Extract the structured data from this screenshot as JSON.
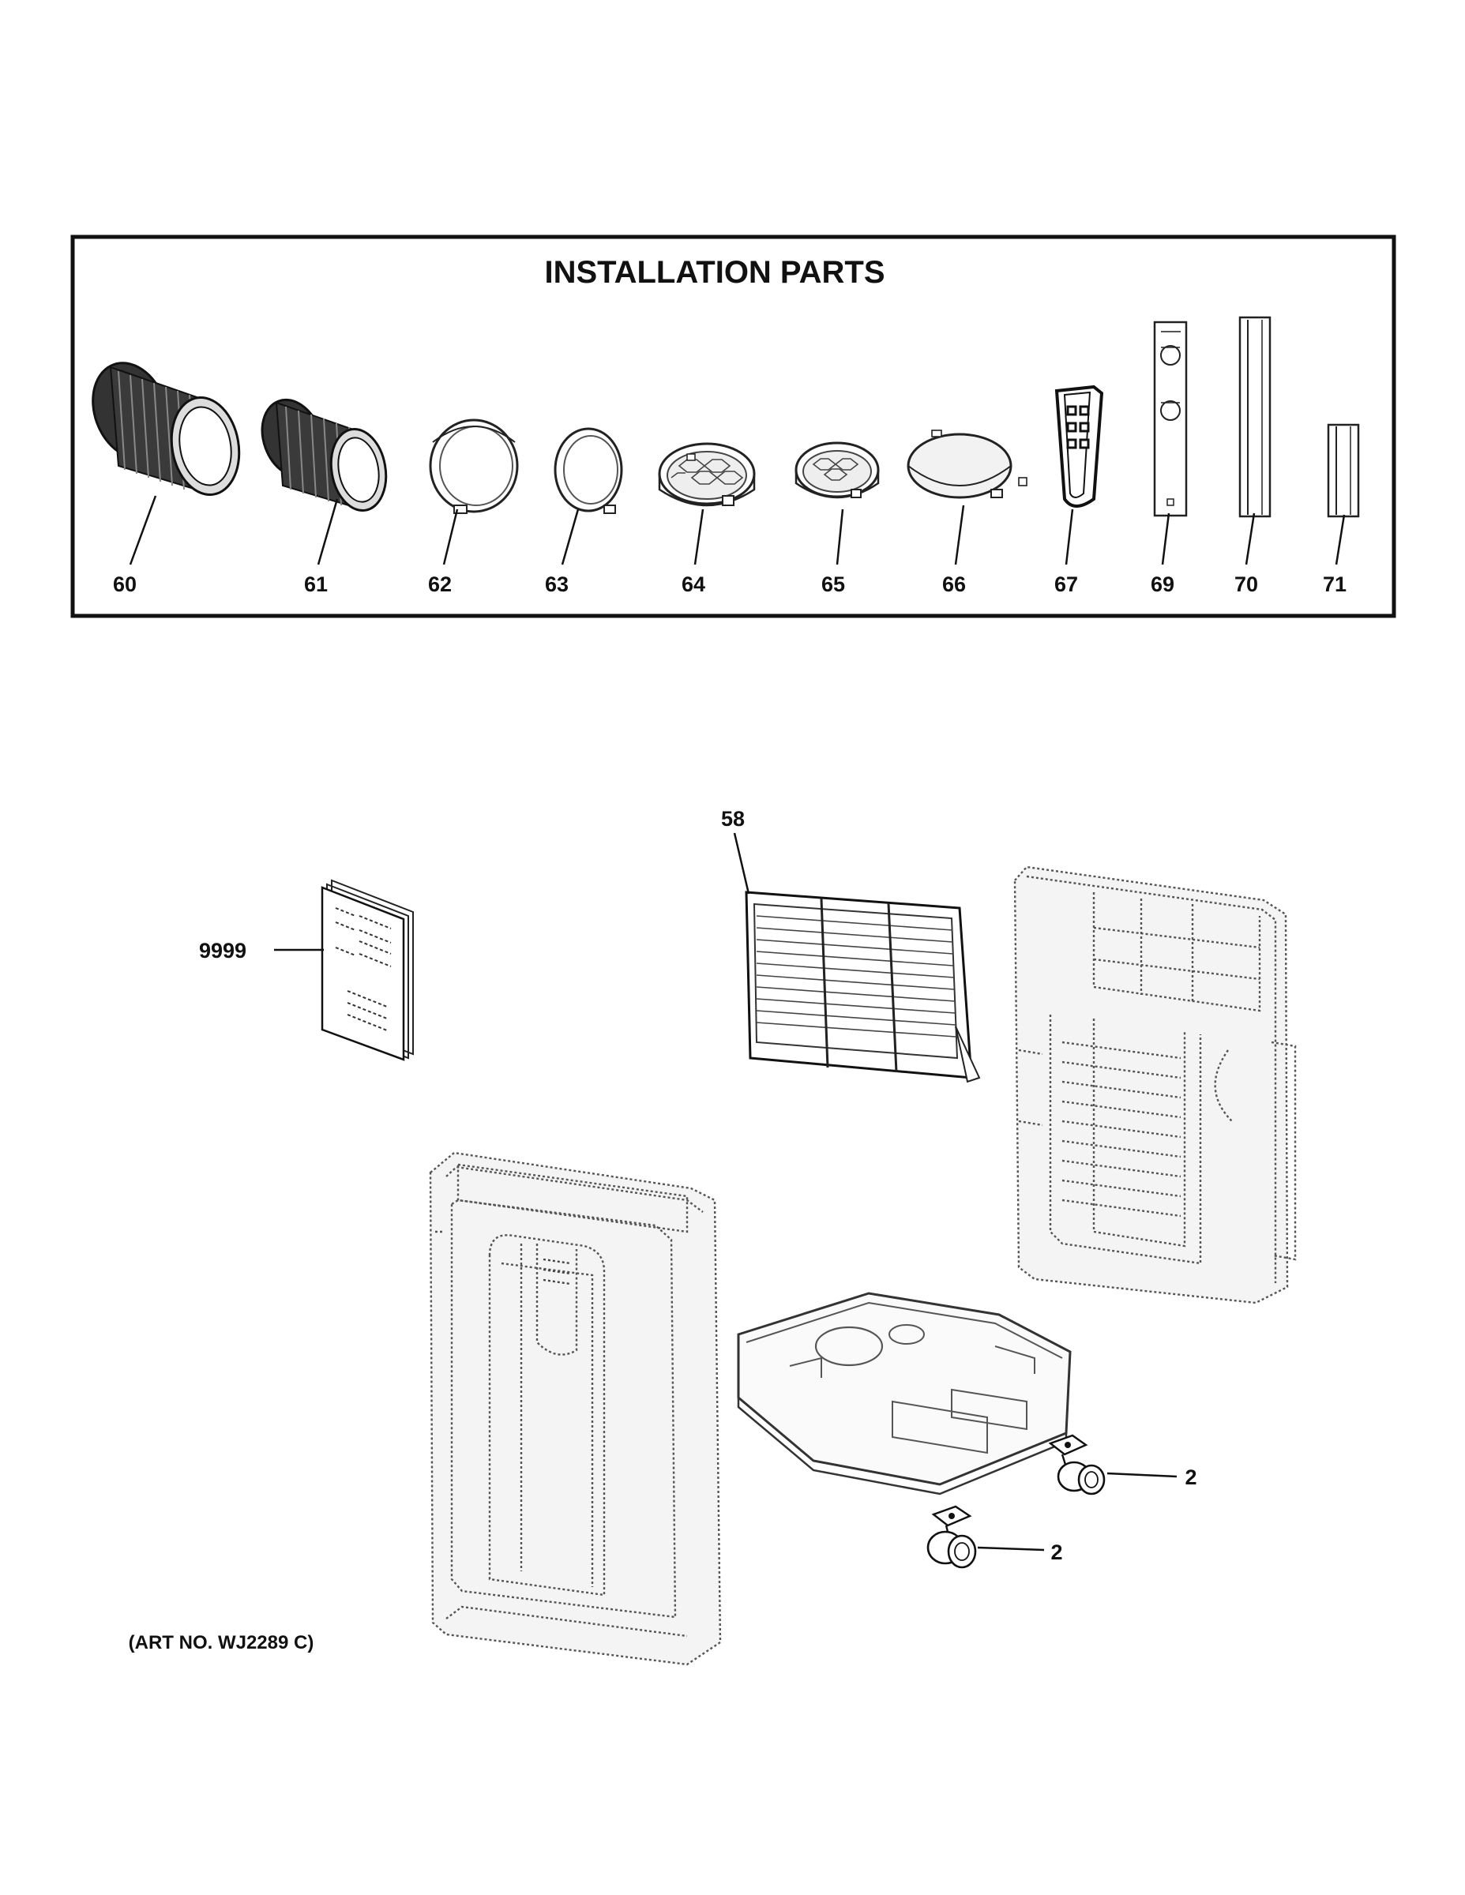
{
  "installation_box": {
    "title": "INSTALLATION PARTS",
    "parts": [
      "60",
      "61",
      "62",
      "63",
      "64",
      "65",
      "66",
      "67",
      "69",
      "70",
      "71"
    ]
  },
  "main_parts": {
    "manual": "9999",
    "filter": "58",
    "caster_upper": "2",
    "caster_lower": "2"
  },
  "art_number": "(ART NO. WJ2289 C)"
}
